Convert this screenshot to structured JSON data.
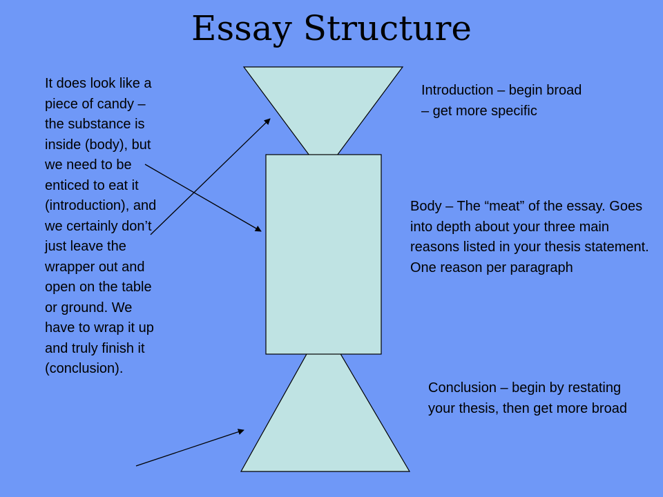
{
  "slide": {
    "title": "Essay Structure",
    "annotation": "It does look like a piece of candy – the substance is inside (body), but we need to be enticed to eat it (introduction), and we certainly don’t just leave the wrapper out and open on the table or ground.  We have to wrap it up and truly finish it (conclusion).",
    "introduction": "Introduction – begin broad – get more specific",
    "body": "Body – The “meat” of the essay.  Goes into depth about your three main reasons listed in your thesis statement.  One reason per paragraph",
    "conclusion": "Conclusion – begin by restating your thesis, then get more broad"
  },
  "colors": {
    "background": "#6f98f7",
    "shape_fill": "#bfe3e3",
    "outline": "#000000"
  }
}
